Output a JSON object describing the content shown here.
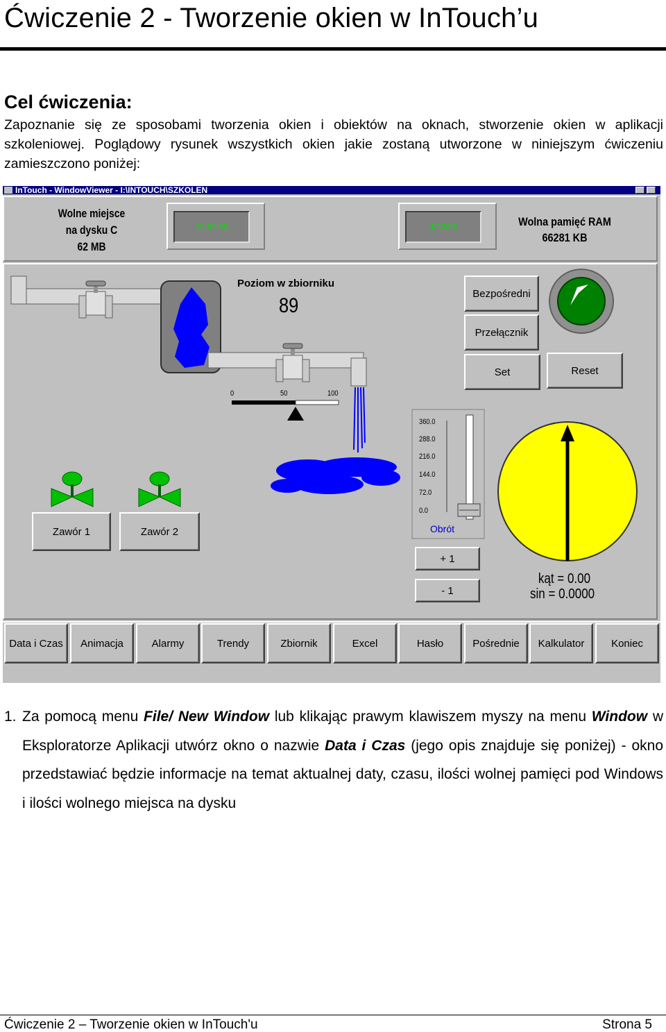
{
  "page": {
    "title": "Ćwiczenie 2 - Tworzenie okien w InTouch’u",
    "section_heading": "Cel ćwiczenia:",
    "intro": "Zapoznanie się ze sposobami tworzenia okien i obiektów na oknach, stworzenie okien w aplikacji szkoleniowej. Poglądowy rysunek wszystkich okien jakie zostaną utworzone w niniejszym ćwiczeniu zamieszczono poniżej:"
  },
  "intouch": {
    "window_title": "InTouch - WindowViewer - I:\\INTOUCH\\SZKOLEN",
    "disk_label": [
      "Wolne miejsce",
      "na dysku C",
      "62 MB"
    ],
    "time_display": "10:57:50",
    "date_display": "4/22/98",
    "ram_label": [
      "Wolna pamięć RAM",
      "66281 KB"
    ],
    "tank_level_title": "Poziom w zbiorniku",
    "tank_level_value": "89",
    "slider_scale": [
      "0",
      "50",
      "100"
    ],
    "buttons": {
      "direct": "Bezpośredni",
      "switch": "Przełącznik",
      "set": "Set",
      "reset": "Reset",
      "valve1": "Zawór 1",
      "valve2": "Zawór 2",
      "plus1": "+ 1",
      "minus1": "- 1"
    },
    "rotation_scale": [
      "360.0",
      "288.0",
      "216.0",
      "144.0",
      "72.0",
      "0.0"
    ],
    "rotation_label": "Obrót",
    "angle_readout": "kąt = 0.00",
    "sin_readout": "sin = 0.0000",
    "nav": [
      "Data i Czas",
      "Animacja",
      "Alarmy",
      "Trendy",
      "Zbiornik",
      "Excel",
      "Hasło",
      "Pośrednie",
      "Kalkulator",
      "Koniec"
    ],
    "colors": {
      "title_bar": "#000080",
      "water": "#0000ff",
      "lamp": "#008000",
      "valve": "#00c000",
      "gauge": "#ffff00"
    }
  },
  "step": {
    "number": "1.",
    "t1": "Za pomocą menu ",
    "b1": "File/ New Window",
    "t2": " lub klikając prawym klawiszem myszy na menu ",
    "b2": "Window",
    "t3": " w Eksploratorze Aplikacji utwórz okno o nazwie ",
    "b3": "Data i Czas",
    "t4": " (jego opis znajduje się poniżej) - okno przedstawiać będzie informacje na temat aktualnej daty, czasu, ilości wolnej pamięci pod Windows i ilości wolnego miejsca na dysku"
  },
  "footer": {
    "left": "Ćwiczenie 2 – Tworzenie okien w InTouch'u",
    "right": "Strona 5"
  }
}
